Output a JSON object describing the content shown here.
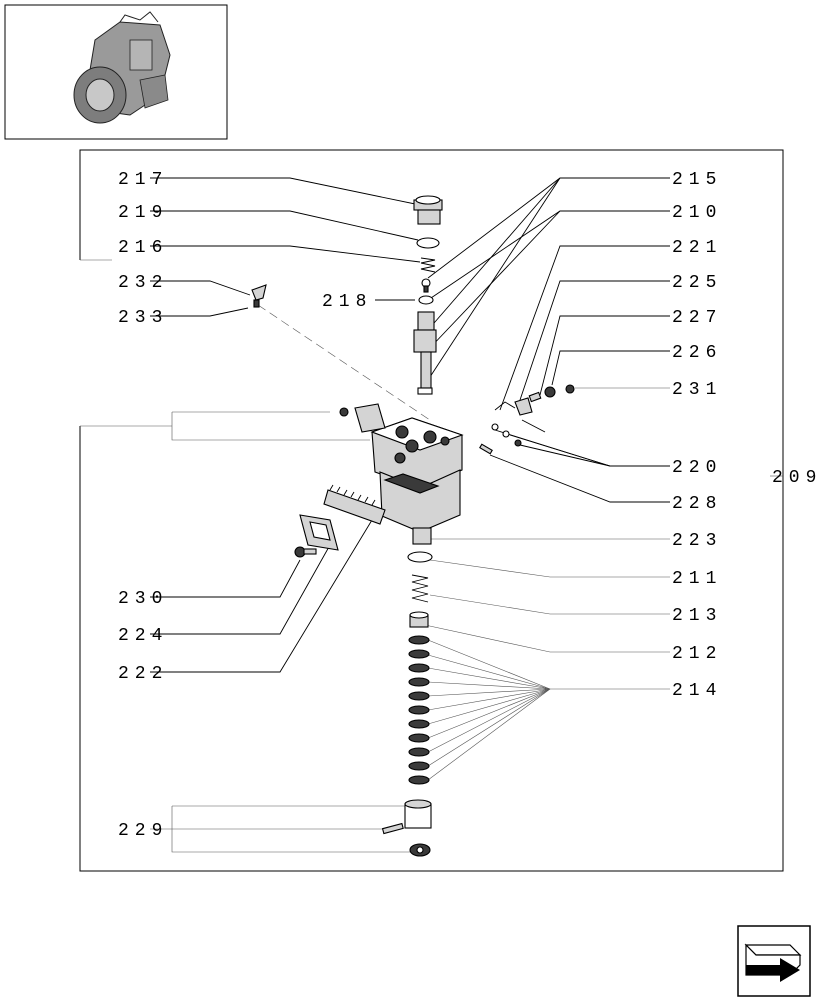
{
  "thumbnail": {
    "icon": "engine-thumbnail-icon"
  },
  "nav": {
    "icon": "next-page-arrow-icon"
  },
  "assembly": {
    "number": "209"
  },
  "callouts": {
    "c217": "217",
    "c219": "219",
    "c216": "216",
    "c232": "232",
    "c233": "233",
    "c218": "218",
    "c230": "230",
    "c224": "224",
    "c222": "222",
    "c229": "229",
    "c215": "215",
    "c210": "210",
    "c221": "221",
    "c225": "225",
    "c227": "227",
    "c226": "226",
    "c231": "231",
    "c220": "220",
    "c228": "228",
    "c223": "223",
    "c211": "211",
    "c213": "213",
    "c212": "212",
    "c214": "214"
  }
}
